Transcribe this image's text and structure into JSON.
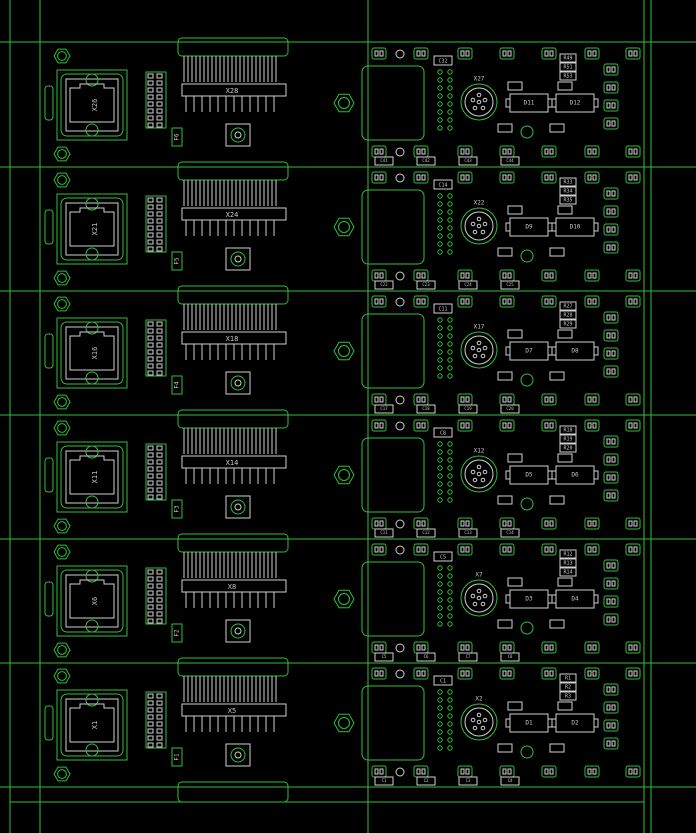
{
  "colors": {
    "background": "#000000",
    "outline": "#2fbf3a",
    "silk": "#cfcfcf"
  },
  "panels": [
    {
      "id": "p1",
      "connector": "X26",
      "pin_header": "X28",
      "fuse": "F6",
      "round_connector": "X27",
      "diodes": [
        "D11",
        "D12"
      ],
      "cap": "C32",
      "top_parts": [
        "R49",
        "R51",
        "R53"
      ],
      "bottom_parts": [
        "C41",
        "C42",
        "C43",
        "C44"
      ]
    },
    {
      "id": "p2",
      "connector": "X21",
      "pin_header": "X24",
      "fuse": "F5",
      "round_connector": "X22",
      "diodes": [
        "D9",
        "D10"
      ],
      "cap": "C14",
      "top_parts": [
        "R33",
        "R34",
        "R35"
      ],
      "bottom_parts": [
        "C22",
        "C23",
        "C24",
        "C25"
      ]
    },
    {
      "id": "p3",
      "connector": "X16",
      "pin_header": "X18",
      "fuse": "F4",
      "round_connector": "X17",
      "diodes": [
        "D7",
        "D8"
      ],
      "cap": "C11",
      "top_parts": [
        "R27",
        "R28",
        "R29"
      ],
      "bottom_parts": [
        "C17",
        "C18",
        "C19",
        "C20"
      ]
    },
    {
      "id": "p4",
      "connector": "X11",
      "pin_header": "X14",
      "fuse": "F3",
      "round_connector": "X12",
      "diodes": [
        "D5",
        "D6"
      ],
      "cap": "C8",
      "top_parts": [
        "R18",
        "R19",
        "R20"
      ],
      "bottom_parts": [
        "C11",
        "C12",
        "C13",
        "C14"
      ]
    },
    {
      "id": "p5",
      "connector": "X6",
      "pin_header": "X8",
      "fuse": "F2",
      "round_connector": "X7",
      "diodes": [
        "D3",
        "D4"
      ],
      "cap": "C5",
      "top_parts": [
        "R12",
        "R13",
        "R14"
      ],
      "bottom_parts": [
        "C5",
        "C6",
        "C7",
        "C8"
      ]
    },
    {
      "id": "p6",
      "connector": "X1",
      "pin_header": "X5",
      "fuse": "F1",
      "round_connector": "X2",
      "diodes": [
        "D1",
        "D2"
      ],
      "cap": "C1",
      "top_parts": [
        "R1",
        "R2",
        "R3"
      ],
      "bottom_parts": [
        "C1",
        "C2",
        "C3",
        "C4"
      ]
    }
  ]
}
